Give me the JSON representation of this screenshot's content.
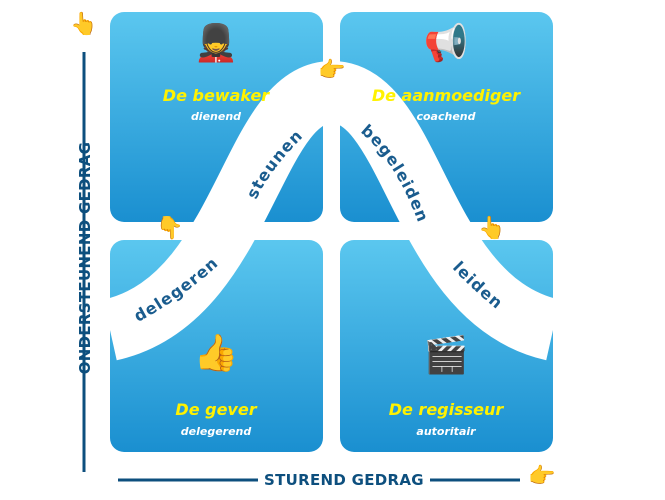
{
  "axes": {
    "y_label": "ONDERSTEUNEND GEDRAG",
    "x_label": "STUREND GEDRAG"
  },
  "quadrants": {
    "top_left": {
      "title": "De bewaker",
      "subtitle": "dienend",
      "icon": "guard-emoji",
      "glyph": "💂"
    },
    "top_right": {
      "title": "De aanmoediger",
      "subtitle": "coachend",
      "icon": "megaphone-emoji",
      "glyph": "📢"
    },
    "bottom_left": {
      "title": "De gever",
      "subtitle": "delegerend",
      "icon": "thumbs-up-emoji",
      "glyph": "👍"
    },
    "bottom_right": {
      "title": "De regisseur",
      "subtitle": "autoritair",
      "icon": "clapper-board-emoji",
      "glyph": "🎬"
    }
  },
  "curve_labels": {
    "delegeren": "delegeren",
    "steunen": "steunen",
    "begeleiden": "begeleiden",
    "leiden": "leiden"
  },
  "pointers": {
    "y_axis_hand": "👆",
    "x_axis_hand": "👉",
    "top_hand": "👉",
    "left_hand": "👇",
    "right_hand": "👆"
  },
  "colors": {
    "tile_light": "#5bc7ef",
    "tile_dark": "#1a8fd0",
    "title_yellow": "#fff200",
    "axis_navy": "#0d4f7e",
    "curve_text": "#1a5c8e"
  }
}
